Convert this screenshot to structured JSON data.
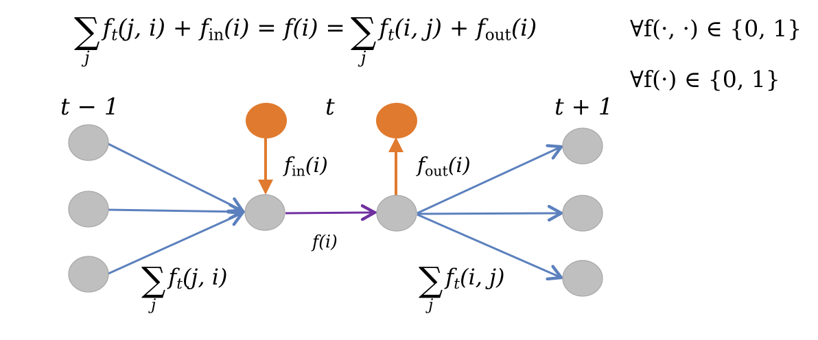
{
  "equation": {
    "sum_symbol": "∑",
    "sum_index": "j",
    "lhs_term": "f",
    "lhs_sub": "t",
    "lhs_args": "(j, i)",
    "plus": "+",
    "in_f": "f",
    "in_sub": "in",
    "in_args": "(i)",
    "eq1": "=",
    "mid": "f(i)",
    "eq2": "=",
    "rhs_term": "f",
    "rhs_sub": "t",
    "rhs_args": "(i, j)",
    "plus2": "+",
    "out_f": "f",
    "out_sub": "out",
    "out_args": "(i)"
  },
  "constraints": [
    "∀f(·, ·) ∈ {0, 1}",
    "∀f(·) ∈ {0, 1}"
  ],
  "time_labels": {
    "prev": "t − 1",
    "curr": "t",
    "next": "t + 1"
  },
  "edge_labels": {
    "f_in": {
      "f": "f",
      "sub": "in",
      "args": "(i)"
    },
    "f_out": {
      "f": "f",
      "sub": "out",
      "args": "(i)"
    },
    "f_i": "f(i)",
    "sum_in": {
      "sigma": "∑",
      "index": "j",
      "f": "f",
      "sub": "t",
      "args": "(j, i)"
    },
    "sum_out": {
      "sigma": "∑",
      "index": "j",
      "f": "f",
      "sub": "t",
      "args": "(i, j)"
    }
  },
  "colors": {
    "node_gray": "#bfbfbf",
    "node_gray_stroke": "#a6a6a6",
    "source_orange": "#e07a2e",
    "edge_blue": "#5b80bd",
    "edge_purple": "#7030a0",
    "edge_orange": "#e07a2e"
  }
}
